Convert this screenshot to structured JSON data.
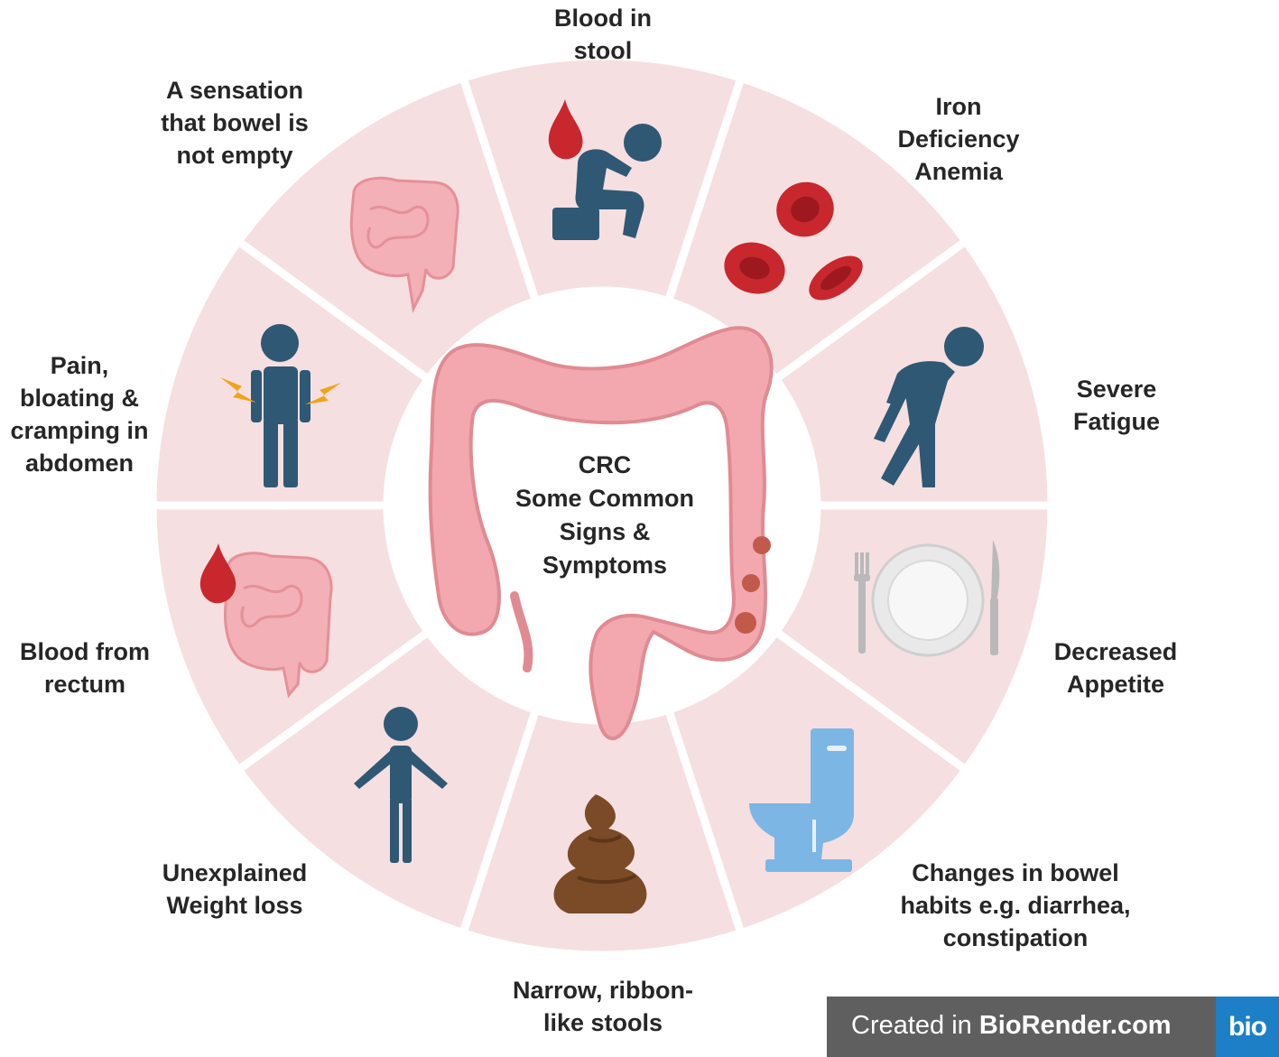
{
  "center": {
    "lines": [
      "CRC",
      "Some Common",
      "Signs &",
      "Symptoms"
    ]
  },
  "segments": [
    {
      "id": "blood-in-stool",
      "lines": [
        "Blood in",
        "stool"
      ],
      "icon": "person-on-toilet-blood-drop-icon"
    },
    {
      "id": "iron-deficiency-anemia",
      "lines": [
        "Iron",
        "Deficiency",
        "Anemia"
      ],
      "icon": "red-blood-cells-icon"
    },
    {
      "id": "severe-fatigue",
      "lines": [
        "Severe",
        "Fatigue"
      ],
      "icon": "tired-person-icon"
    },
    {
      "id": "decreased-appetite",
      "lines": [
        "Decreased",
        "Appetite"
      ],
      "icon": "plate-fork-knife-icon"
    },
    {
      "id": "changes-in-bowel-habits",
      "lines": [
        "Changes in bowel",
        "habits e.g. diarrhea,",
        "constipation"
      ],
      "icon": "toilet-icon"
    },
    {
      "id": "narrow-ribbon-like-stools",
      "lines": [
        "Narrow, ribbon-",
        "like stools"
      ],
      "icon": "stool-icon"
    },
    {
      "id": "unexplained-weight-loss",
      "lines": [
        "Unexplained",
        "Weight loss"
      ],
      "icon": "thin-person-icon"
    },
    {
      "id": "blood-from-rectum",
      "lines": [
        "Blood from",
        "rectum"
      ],
      "icon": "intestine-blood-drop-icon"
    },
    {
      "id": "pain-bloating-cramping",
      "lines": [
        "Pain,",
        "bloating &",
        "cramping in",
        "abdomen"
      ],
      "icon": "person-abdominal-pain-icon"
    },
    {
      "id": "bowel-not-empty",
      "lines": [
        "A sensation",
        "that bowel is",
        "not empty"
      ],
      "icon": "intestines-icon"
    }
  ],
  "badge": {
    "prefix": "Created in ",
    "brand": "BioRender.com",
    "logo": "bio"
  },
  "colors": {
    "segment": "#f6dfe1",
    "divider": "#ffffff",
    "figure": "#2f5874",
    "blood": "#c8272d",
    "colon": "#f0a4ab"
  }
}
